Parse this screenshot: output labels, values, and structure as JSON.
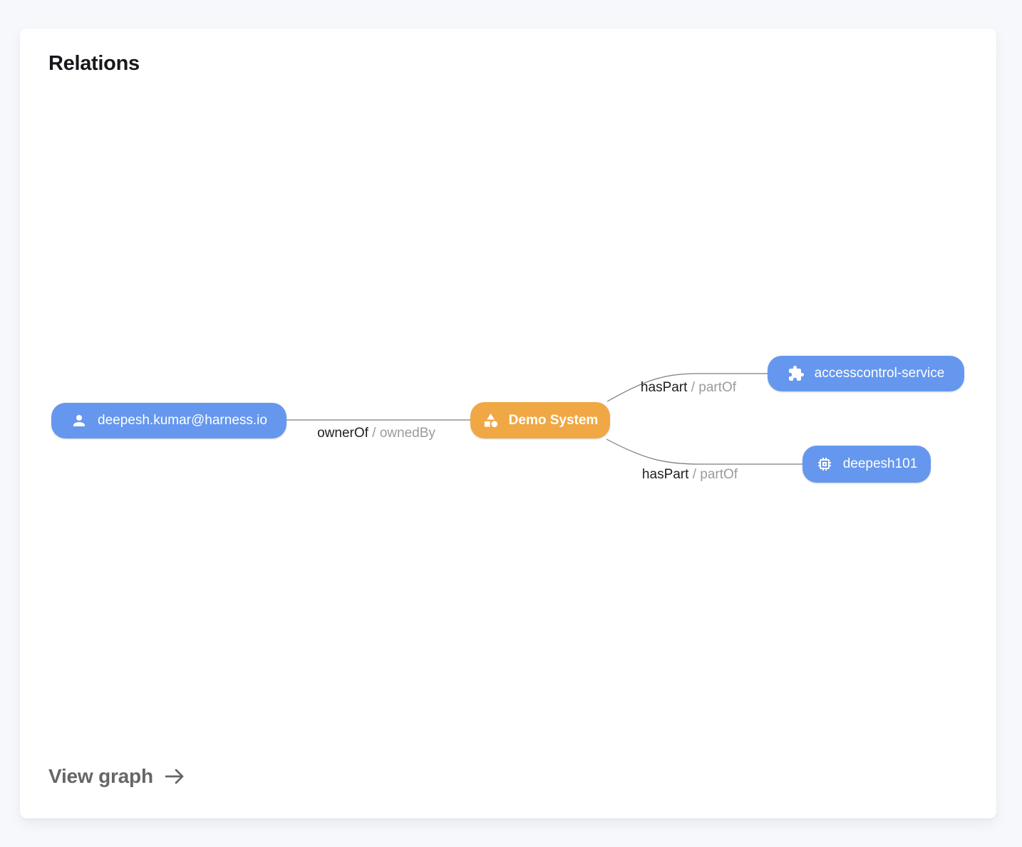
{
  "card": {
    "title": "Relations",
    "view_graph": {
      "label": "View graph",
      "icon": "arrow-right-icon"
    }
  },
  "colors": {
    "page_background": "#F6F8FC",
    "card_background": "#FFFFFF",
    "node_blue": "#6597EE",
    "node_orange": "#EFA844",
    "node_text": "#FFFFFF",
    "edge_line": "#7E7E7E",
    "edge_label_primary": "#1E1E1E",
    "edge_label_secondary": "#9B9B9B",
    "title_color": "#17171C",
    "view_graph_color": "#666666"
  },
  "graph": {
    "nodes": [
      {
        "id": "user",
        "label": "deepesh.kumar@harness.io",
        "icon": "person-icon",
        "color": "#6597EE"
      },
      {
        "id": "demo-system",
        "label": "Demo System",
        "icon": "category-icon",
        "color": "#EFA844"
      },
      {
        "id": "accesscontrol-service",
        "label": "accesscontrol-service",
        "icon": "puzzle-icon",
        "color": "#6597EE"
      },
      {
        "id": "deepesh101",
        "label": "deepesh101",
        "icon": "chip-icon",
        "color": "#6597EE"
      }
    ],
    "edges": [
      {
        "from": "user",
        "to": "demo-system",
        "primary": "ownerOf",
        "separator": " / ",
        "secondary": "ownedBy"
      },
      {
        "from": "demo-system",
        "to": "accesscontrol-service",
        "primary": "hasPart",
        "separator": " / ",
        "secondary": "partOf"
      },
      {
        "from": "demo-system",
        "to": "deepesh101",
        "primary": "hasPart",
        "separator": " / ",
        "secondary": "partOf"
      }
    ]
  }
}
